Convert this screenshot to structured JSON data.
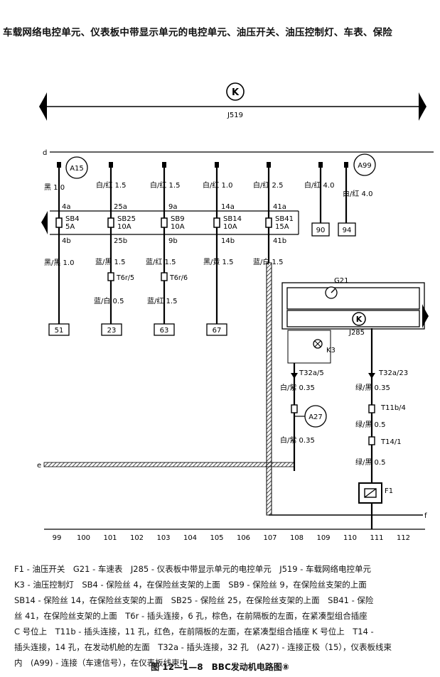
{
  "title": "车载网络电控单元、仪表板中带显示单元的电控单元、油压开关、油压控制灯、车表、保险",
  "modules": {
    "j519": "J519",
    "g21": "G21",
    "j285": "J285",
    "k_symbol": "K",
    "k3": "K3",
    "f1": "F1"
  },
  "rails": {
    "d": "d",
    "e": "e",
    "f": "f"
  },
  "connectors": {
    "a15": "A15",
    "a99": "A99",
    "a27": "A27"
  },
  "fuses": [
    {
      "top": "4a",
      "name": "SB4",
      "amp": "5A",
      "bottom": "4b"
    },
    {
      "top": "25a",
      "name": "SB25",
      "amp": "10A",
      "bottom": "25b"
    },
    {
      "top": "9a",
      "name": "SB9",
      "amp": "10A",
      "bottom": "9b"
    },
    {
      "top": "14a",
      "name": "SB14",
      "amp": "10A",
      "bottom": "14b"
    },
    {
      "top": "41a",
      "name": "SB41",
      "amp": "15A",
      "bottom": "41b"
    }
  ],
  "wires_top": [
    "黑 1.0",
    "白/红 1.5",
    "白/红 1.5",
    "白/红 1.0",
    "白/红 2.5",
    "白/红 4.0",
    "白/红 4.0"
  ],
  "wires_bottom": [
    "黑/黑 1.0",
    "蓝/黑 1.5",
    "蓝/红 1.5",
    "黑/黄 1.5",
    "蓝/白 1.5"
  ],
  "plugs": [
    "T6r/5",
    "T6r/6"
  ],
  "wires_lower": [
    "蓝/白 0.5",
    "蓝/红 1.5"
  ],
  "refs": [
    "51",
    "23",
    "63",
    "67",
    "90",
    "94"
  ],
  "right_labels": {
    "t32a5": "T32a/5",
    "t32a23": "T32a/23",
    "w1": "白/紫 0.35",
    "w2": "白/紫 0.35",
    "w3": "绿/黑 0.35",
    "w4": "绿/黑 0.5",
    "w5": "绿/黑 0.5",
    "t11b4": "T11b/4",
    "t141": "T14/1"
  },
  "scale": [
    "99",
    "100",
    "101",
    "102",
    "103",
    "104",
    "105",
    "106",
    "107",
    "108",
    "109",
    "110",
    "111",
    "112"
  ],
  "legend": [
    "F1 - 油压开关　G21 - 车速表　J285 - 仪表板中带显示单元的电控单元　J519 - 车载网络电控单元",
    "K3 - 油压控制灯　SB4 - 保险丝 4，在保险丝支架的上面　SB9 - 保险丝 9，在保险丝支架的上面",
    "SB14 - 保险丝 14，在保险丝支架的上面　SB25 - 保险丝 25，在保险丝支架的上面　SB41 - 保险",
    "丝 41，在保险丝支架的上面　T6r - 插头连接，6 孔，棕色，在前隔板的左面，在紧凑型组合插座",
    "C 号位上　T11b - 插头连接，11 孔，红色，在前隔板的左面，在紧凑型组合插座 K 号位上　T14 -",
    "插头连接，14 孔，在发动机舱的左面　T32a - 插头连接，32 孔　(A27) - 连接正极（15），仪表板线束",
    "内　(A99) - 连接（车速信号），在仪表板线束中"
  ],
  "caption": "图 12—1—8　BBC发动机电路图⑧"
}
